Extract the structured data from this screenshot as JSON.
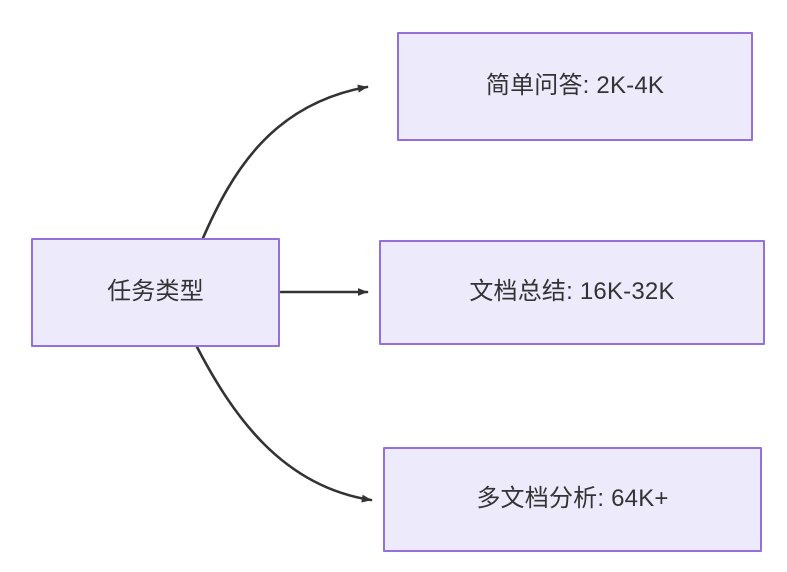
{
  "diagram": {
    "type": "flowchart",
    "direction": "left-to-right",
    "theme": {
      "node_fill": "#ECEAFB",
      "node_border": "#9370DB",
      "edge_color": "#333333",
      "text_color": "#333333",
      "background": "#FFFFFF"
    },
    "nodes": [
      {
        "id": "task-type",
        "label": "任务类型",
        "role": "root"
      },
      {
        "id": "simple-qa",
        "label": "简单问答: 2K-4K",
        "role": "leaf"
      },
      {
        "id": "doc-summary",
        "label": "文档总结: 16K-32K",
        "role": "leaf"
      },
      {
        "id": "multi-doc",
        "label": "多文档分析: 64K+",
        "role": "leaf"
      }
    ],
    "edges": [
      {
        "id": "edge-task-to-simple-qa",
        "from": "task-type",
        "to": "simple-qa",
        "style": "curved",
        "arrowhead": "solid-triangle",
        "label": ""
      },
      {
        "id": "edge-task-to-doc-summary",
        "from": "task-type",
        "to": "doc-summary",
        "style": "straight",
        "arrowhead": "solid-triangle",
        "label": ""
      },
      {
        "id": "edge-task-to-multi-doc",
        "from": "task-type",
        "to": "multi-doc",
        "style": "curved",
        "arrowhead": "solid-triangle",
        "label": ""
      }
    ]
  }
}
